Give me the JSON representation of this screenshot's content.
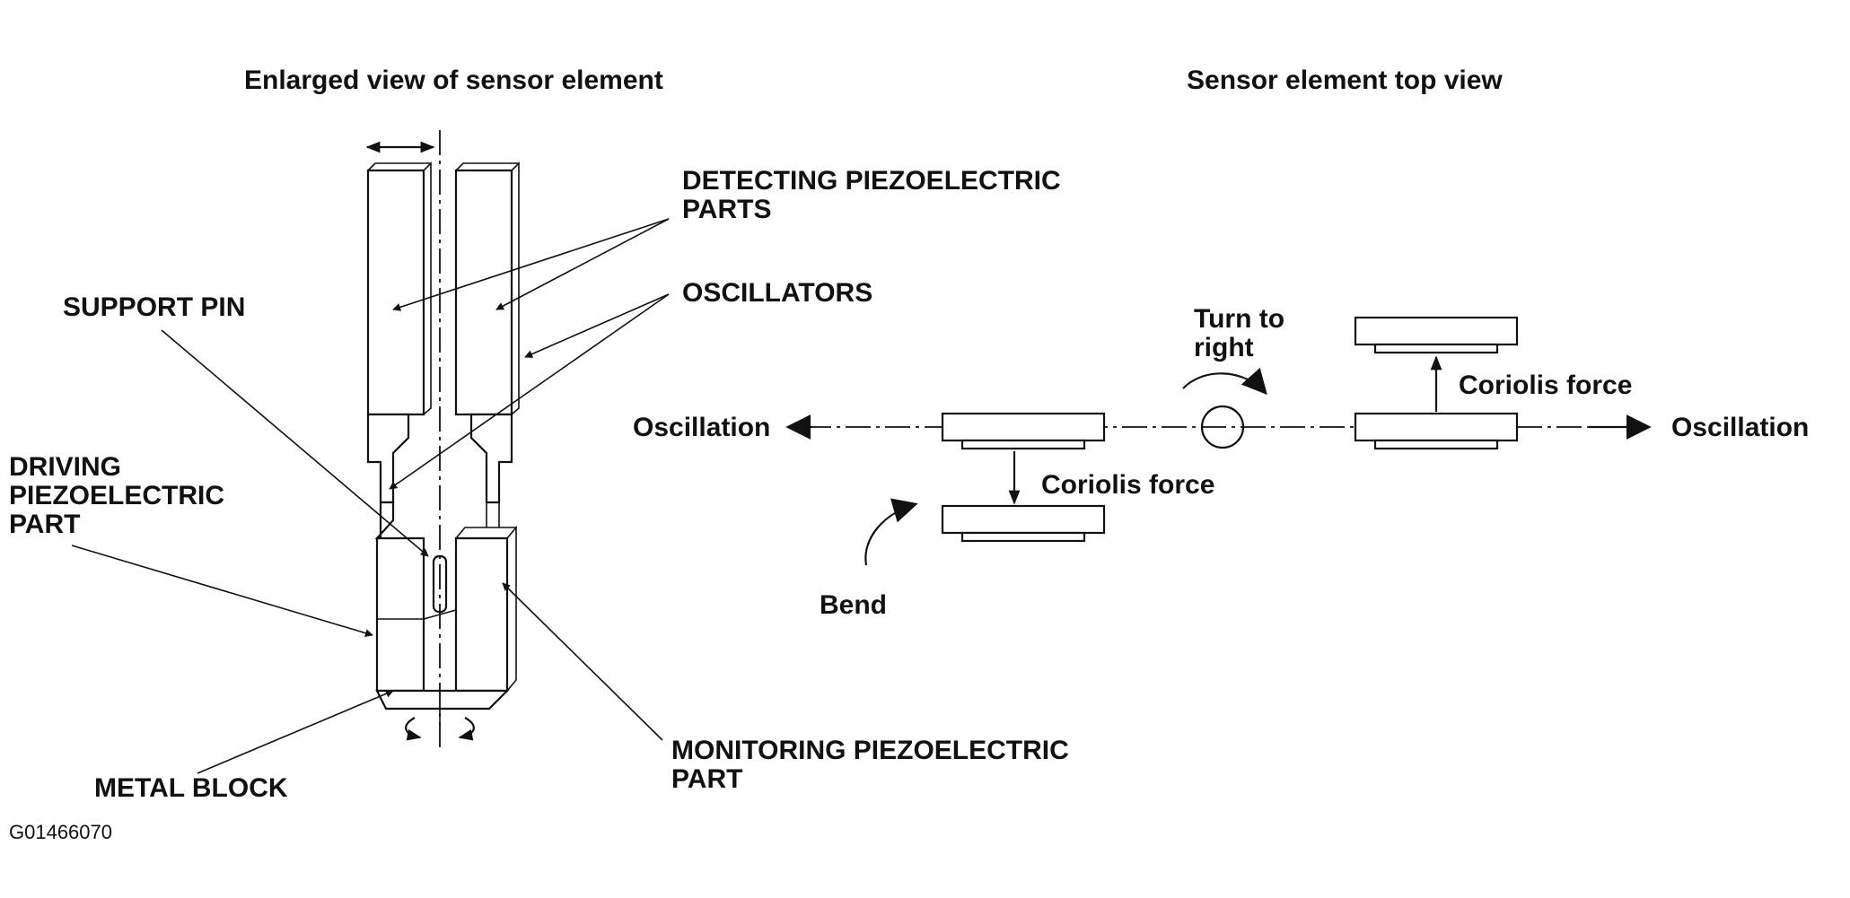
{
  "titles": {
    "left": "Enlarged view of sensor element",
    "right": "Sensor element top view"
  },
  "labels": {
    "detecting_line1": "DETECTING PIEZOELECTRIC",
    "detecting_line2": "PARTS",
    "oscillators": "OSCILLATORS",
    "support_pin": "SUPPORT PIN",
    "driving_line1": "DRIVING",
    "driving_line2": "PIEZOELECTRIC",
    "driving_line3": "PART",
    "metal_block": "METAL BLOCK",
    "monitoring_line1": "MONITORING PIEZOELECTRIC",
    "monitoring_line2": "PART",
    "turn_line1": "Turn to",
    "turn_line2": "right",
    "coriolis_right": "Coriolis force",
    "coriolis_left": "Coriolis force",
    "oscillation_left": "Oscillation",
    "oscillation_right": "Oscillation",
    "bend": "Bend"
  },
  "figure_code": "G01466070"
}
